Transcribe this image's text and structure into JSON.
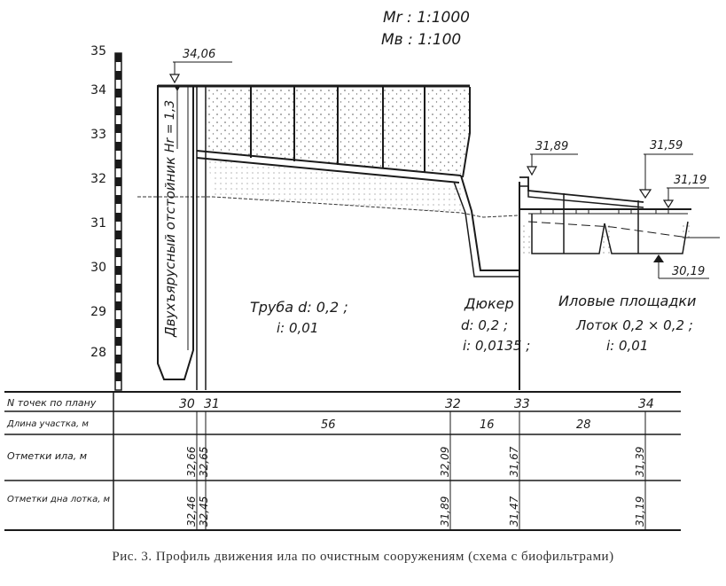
{
  "scales": {
    "horizontal": "Mr : 1:1000",
    "vertical": "Mв : 1:100"
  },
  "axis": {
    "ticks": [
      "35",
      "34",
      "33",
      "32",
      "31",
      "30",
      "29",
      "28"
    ]
  },
  "marks": {
    "top_left": "34,06",
    "mid_1": "31,89",
    "mid_2": "31,59",
    "right_top": "31,19",
    "right_bottom": "30,19",
    "depth": "Hr = 1,3"
  },
  "labels": {
    "settler": "Двухъярусный отстойник",
    "pipe_1": "Труба d: 0,2 ;",
    "pipe_2": "i: 0,01",
    "duker_1": "Дюкер",
    "duker_2": "d: 0,2 ;",
    "duker_3": "i: 0,0135 ;",
    "silt_1": "Иловые площадки",
    "silt_2": "Лоток 0,2 × 0,2 ;",
    "silt_3": "i: 0,01"
  },
  "table": {
    "row_headers": [
      "N точек по плану",
      "Длина участка, м",
      "Отметки ила, м",
      "Отметки дна лотка, м"
    ],
    "points": [
      "30",
      "31",
      "32",
      "33",
      "34"
    ],
    "lengths": [
      "56",
      "16",
      "28"
    ],
    "silt_marks": [
      "32,66",
      "32,65",
      "32,09",
      "31,67",
      "31,39"
    ],
    "tray_marks": [
      "32,46",
      "32,45",
      "31,89",
      "31,47",
      "31,19"
    ]
  },
  "caption": "Рис. 3. Профиль движения ила по очистным сооружениям (схема с биофильтрами)"
}
